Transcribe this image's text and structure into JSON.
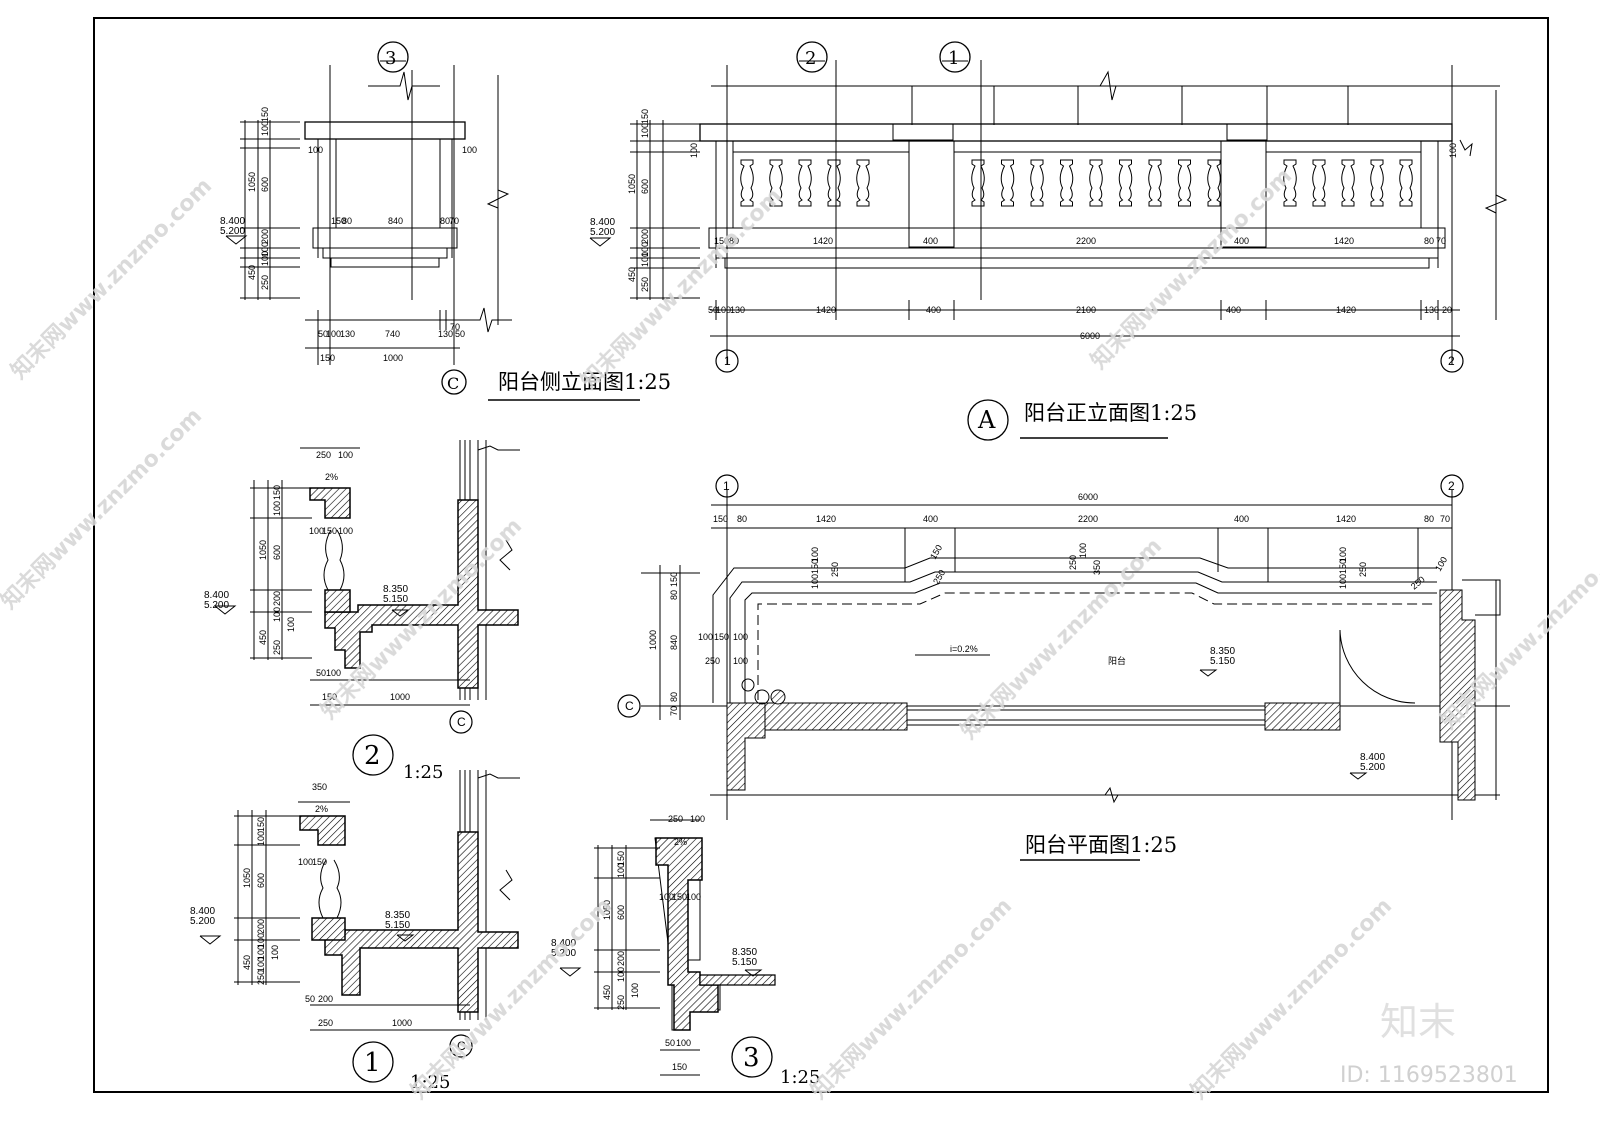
{
  "drawing": {
    "titles": {
      "side_elevation": "阳台侧立面图1:25",
      "front_elevation": "阳台正立面图1:25",
      "plan": "阳台平面图1:25"
    },
    "section_scale": "1:25",
    "callouts": {
      "sec1": "1",
      "sec2": "2",
      "sec3": "3",
      "elevA": "A",
      "axis1": "1",
      "axis2": "2",
      "axisC": "C"
    },
    "levels": {
      "top": "8.400",
      "bottom": "5.200",
      "floor_top": "8.350",
      "floor_bottom": "5.150"
    },
    "slope": "2%",
    "plan_slope": "i=0.2%",
    "plan_label": "阳台",
    "side_elevation_dims": {
      "vertical": [
        "100",
        "150",
        "1050",
        "600",
        "200",
        "450",
        "100",
        "100",
        "250"
      ],
      "inner": [
        "150",
        "80",
        "840",
        "80",
        "70",
        "100",
        "100"
      ],
      "bottom_row1": [
        "50",
        "100",
        "130",
        "740",
        "130",
        "70",
        "50"
      ],
      "bottom_row2": [
        "150",
        "1000"
      ]
    },
    "front_elevation_dims": {
      "upper": [
        "150",
        "80",
        "1420",
        "400",
        "2200",
        "400",
        "1420",
        "80",
        "70"
      ],
      "lower": [
        "50",
        "100",
        "130",
        "1420",
        "400",
        "2100",
        "400",
        "1420",
        "130",
        "20"
      ],
      "total": "6000",
      "vertical": [
        "100",
        "150",
        "1050",
        "600",
        "200",
        "450",
        "100",
        "100",
        "250",
        "100",
        "100"
      ]
    },
    "plan_dims": {
      "total": "6000",
      "top_row": [
        "150",
        "80",
        "1420",
        "400",
        "2200",
        "400",
        "1420",
        "80",
        "70"
      ],
      "left": [
        "150",
        "80",
        "1000",
        "840",
        "100",
        "150",
        "100",
        "250",
        "100",
        "70",
        "80"
      ],
      "inner_left": [
        "100",
        "150",
        "100",
        "250",
        "150",
        "250"
      ],
      "inner_mid": [
        "250",
        "100",
        "350",
        "100",
        "100",
        "250",
        "250"
      ],
      "inner_right": [
        "100",
        "150",
        "100",
        "250",
        "250",
        "100"
      ]
    },
    "section2_dims": {
      "top": [
        "250",
        "100"
      ],
      "vertical": [
        "150",
        "100",
        "1050",
        "600",
        "200",
        "100",
        "450",
        "250",
        "100"
      ],
      "inner": [
        "100",
        "150",
        "100"
      ],
      "bottom": [
        "50",
        "100",
        "150",
        "1000"
      ]
    },
    "section1_dims": {
      "top": [
        "350"
      ],
      "vertical": [
        "150",
        "100",
        "1050",
        "600",
        "200",
        "100",
        "100",
        "100",
        "450",
        "250",
        "100"
      ],
      "inner": [
        "100",
        "150"
      ],
      "bottom": [
        "50",
        "200",
        "250",
        "1000"
      ]
    },
    "section3_dims": {
      "top": [
        "250",
        "100"
      ],
      "vertical": [
        "150",
        "100",
        "1050",
        "600",
        "200",
        "100",
        "450",
        "100",
        "250"
      ],
      "inner": [
        "100",
        "150",
        "100"
      ],
      "bottom": [
        "50",
        "100",
        "150"
      ]
    }
  },
  "watermark": {
    "site": "知末网www.znzmo.com",
    "brand": "知末",
    "id": "ID: 1169523801"
  }
}
